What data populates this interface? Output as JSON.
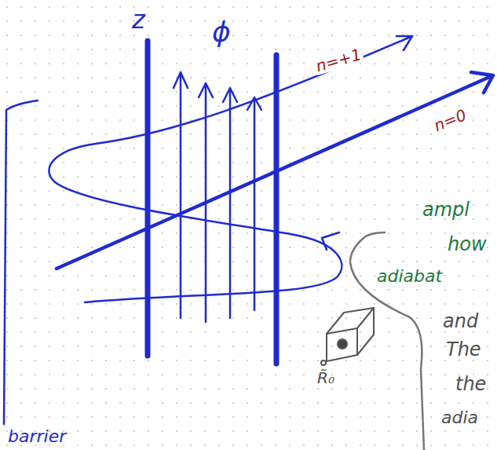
{
  "diagram": {
    "labels": [
      "z",
      "ϕ",
      "n=+1",
      "n=0",
      "ampl",
      "how",
      "adiabat",
      "and",
      "The",
      "the",
      "adia",
      "R̃₀",
      "barrier"
    ]
  }
}
